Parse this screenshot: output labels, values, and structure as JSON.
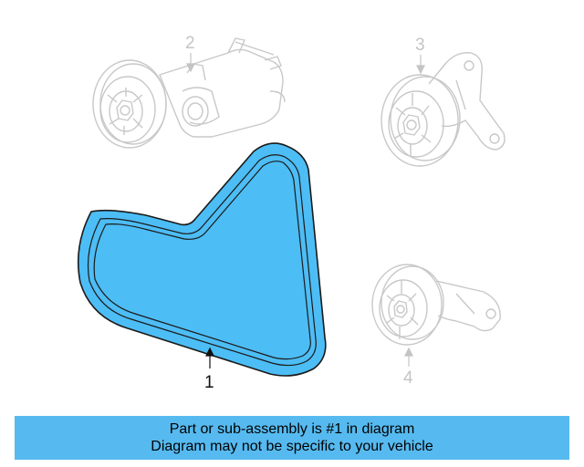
{
  "callouts": {
    "part1": "1",
    "part2": "2",
    "part3": "3",
    "part4": "4"
  },
  "banner": {
    "line1": "Part or sub-assembly is #1 in diagram",
    "line2": "Diagram may not be specific to your vehicle"
  },
  "colors": {
    "belt_fill": "#4dbdf5",
    "banner_bg": "#56baf0",
    "ghost_lines": "#c8c8c8"
  }
}
